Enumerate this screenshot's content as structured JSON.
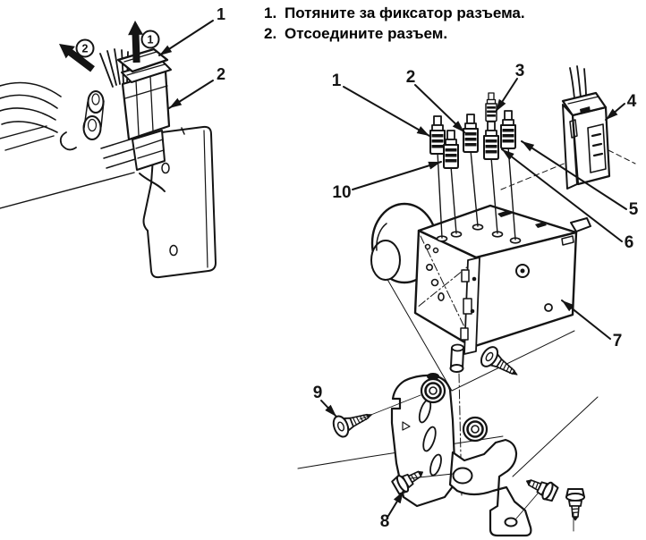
{
  "colors": {
    "ink": "#141414",
    "background": "#ffffff"
  },
  "instructions": {
    "steps": [
      {
        "num": "1.",
        "text": "Потяните за фиксатор разъема."
      },
      {
        "num": "2.",
        "text": "Отсоедините разъем."
      }
    ]
  },
  "connector_figure": {
    "callouts": [
      {
        "label": "1"
      },
      {
        "label": "2"
      }
    ],
    "motion_markers": [
      {
        "label": "1"
      },
      {
        "label": "2"
      }
    ]
  },
  "abs_figure": {
    "callouts": [
      {
        "label": "1"
      },
      {
        "label": "2"
      },
      {
        "label": "3"
      },
      {
        "label": "4"
      },
      {
        "label": "5"
      },
      {
        "label": "6"
      },
      {
        "label": "7"
      },
      {
        "label": "8"
      },
      {
        "label": "9"
      },
      {
        "label": "10"
      }
    ]
  }
}
